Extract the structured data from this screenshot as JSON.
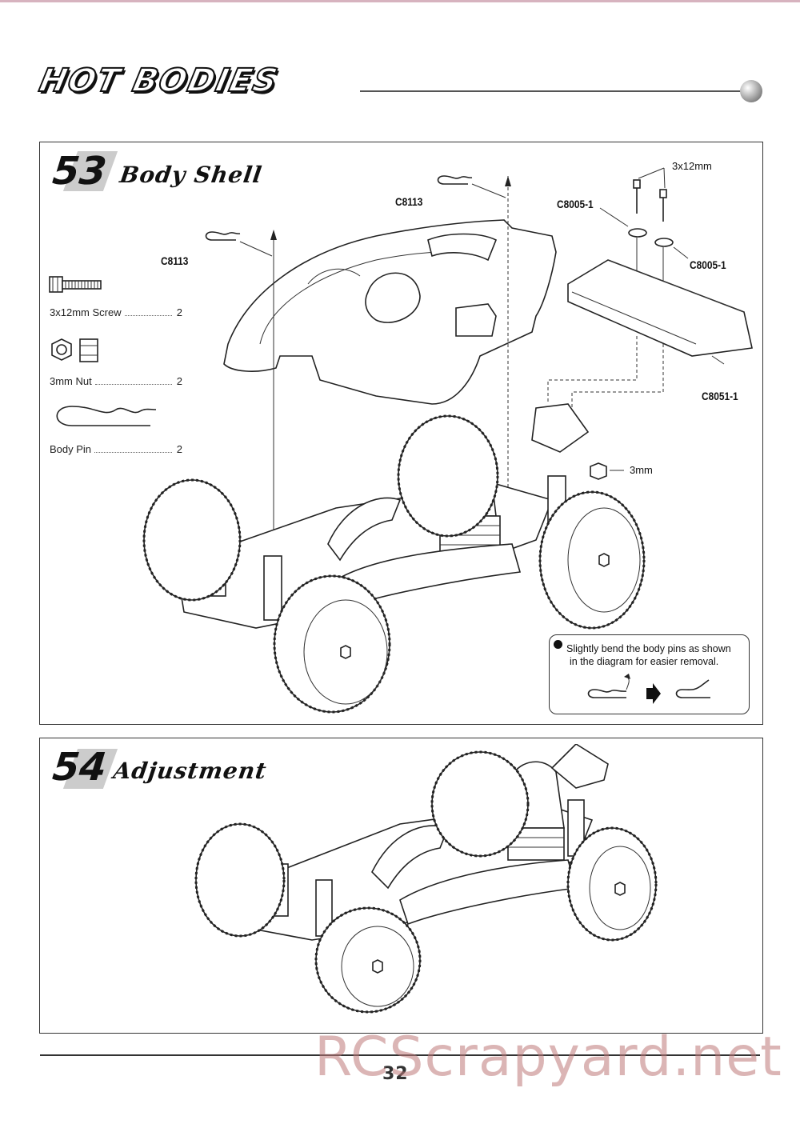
{
  "header": {
    "logo_text": "HOT BODIES"
  },
  "step53": {
    "number": "53",
    "title": "Body Shell",
    "labels": {
      "pin_left": "C8113",
      "pin_right": "C8113",
      "washer_left": "C8005-1",
      "washer_right": "C8005-1",
      "screw_size": "3x12mm",
      "wing": "C8051-1",
      "nut_size": "3mm"
    },
    "parts_list": [
      {
        "name": "3x12mm Screw",
        "qty": "2",
        "icon": "screw-icon"
      },
      {
        "name": "3mm Nut",
        "qty": "2",
        "icon": "nut-icon"
      },
      {
        "name": "Body  Pin",
        "qty": "2",
        "icon": "body-pin-icon"
      }
    ],
    "note": {
      "line1": "Slightly bend the body pins as shown",
      "line2": "in the diagram for easier removal."
    }
  },
  "step54": {
    "number": "54",
    "title": "Adjustment"
  },
  "footer": {
    "page_number": "32",
    "watermark": "RCScrapyard.net"
  }
}
